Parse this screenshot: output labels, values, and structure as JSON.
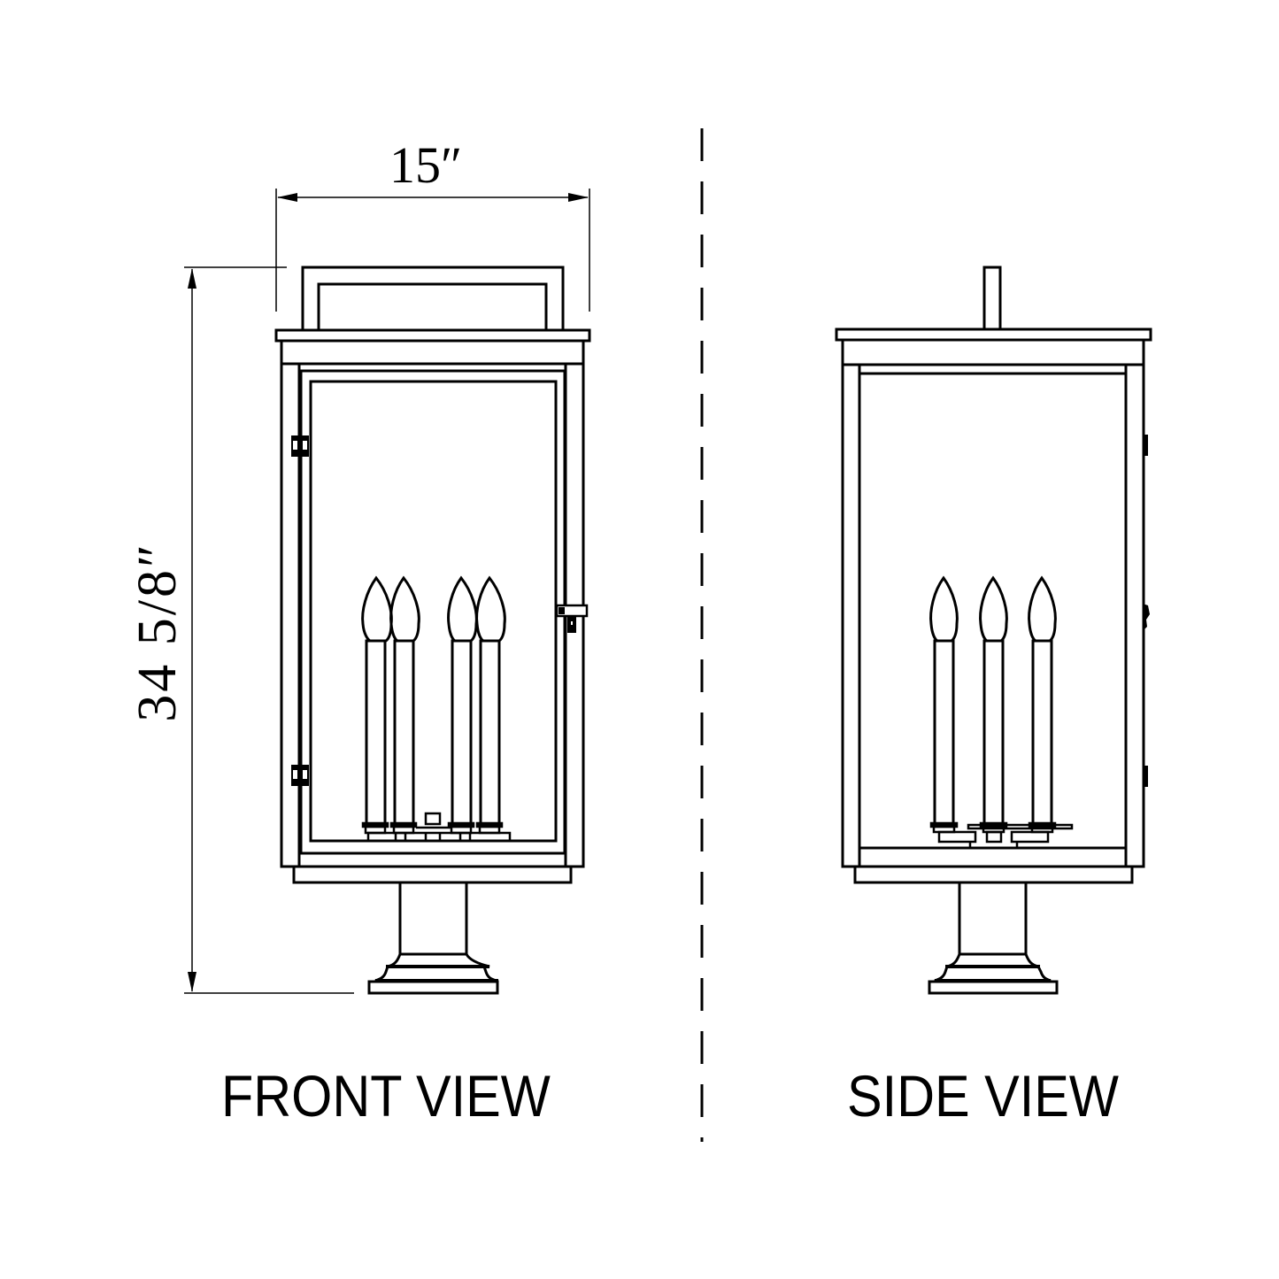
{
  "drawing": {
    "title": "Outdoor post lantern dimension drawing",
    "colors": {
      "line": "#000000",
      "background": "#ffffff"
    }
  },
  "dimensions": {
    "width": {
      "label": "15″",
      "value_in": 15,
      "orientation": "horizontal"
    },
    "height": {
      "label": "34  5/8″",
      "value_in": 34.625,
      "orientation": "vertical"
    }
  },
  "views": [
    {
      "id": "front",
      "label": "FRONT VIEW",
      "candle_count": 4,
      "features": [
        "top-handle",
        "cap",
        "hinged-door",
        "door-hinges",
        "door-latch",
        "candle-cluster",
        "pier-mount-base"
      ]
    },
    {
      "id": "side",
      "label": "SIDE VIEW",
      "candle_count": 3,
      "features": [
        "top-post",
        "cap",
        "glass-panel",
        "side-hinges",
        "candle-cluster",
        "pier-mount-base"
      ]
    }
  ],
  "divider": {
    "style": "dashed",
    "orientation": "vertical"
  }
}
